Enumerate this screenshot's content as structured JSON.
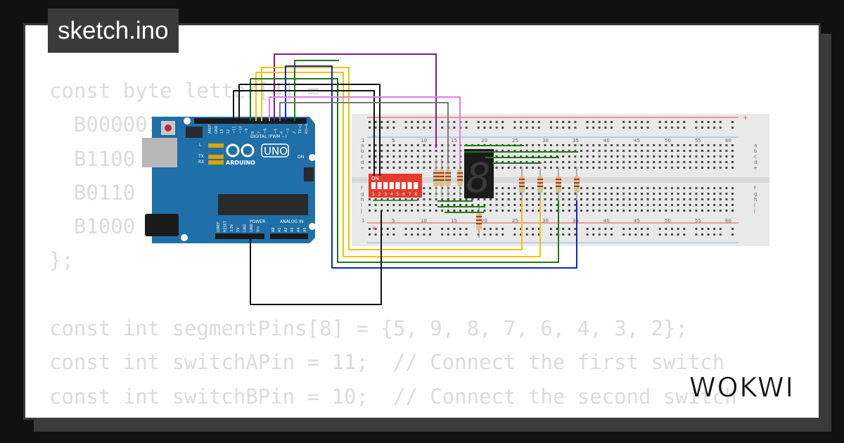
{
  "title": "sketch.ino",
  "code_lines": [
    "const byte letter[4] = {",
    "  B00000101,",
    "  B1100",
    "  B0110",
    "  B1000",
    "};",
    "",
    "const int segmentPins[8] = {5, 9, 8, 7, 6, 4, 3, 2};",
    "const int switchAPin = 11;  // Connect the first switch",
    "const int switchBPin = 10;  // Connect the second switch"
  ],
  "arduino": {
    "brand": "ARDUINO",
    "model": "UNO",
    "digital_label": "DIGITAL (PWM ~)",
    "power_label": "POWER",
    "analog_label": "ANALOG IN",
    "on_label": "ON",
    "led_l": "L",
    "led_tx": "TX",
    "led_rx": "RX",
    "aref": "AREF",
    "gnd": "GND",
    "digital_pins": [
      "13",
      "12",
      "~11",
      "~10",
      "~9",
      "8",
      "7",
      "~6",
      "~5",
      "4",
      "~3",
      "2",
      "TX→1",
      "RX←0"
    ],
    "power_pins": [
      "IOREF",
      "RESET",
      "3.3V",
      "5V",
      "GND",
      "GND",
      "Vin"
    ],
    "analog_pins": [
      "A0",
      "A1",
      "A2",
      "A3",
      "A4",
      "A5"
    ]
  },
  "breadboard": {
    "column_numbers": [
      "1",
      "5",
      "10",
      "15",
      "20",
      "25",
      "30",
      "35",
      "40",
      "45",
      "50",
      "55",
      "60"
    ],
    "row_letters_top": [
      "a",
      "b",
      "c",
      "d",
      "e"
    ],
    "row_letters_bottom": [
      "f",
      "g",
      "h",
      "i",
      "j"
    ],
    "rail_plus": "+",
    "rail_minus": "−"
  },
  "dip_switch": {
    "on_label": "ON",
    "numbers": [
      "1",
      "2",
      "3",
      "4",
      "5",
      "6",
      "7",
      "8"
    ]
  },
  "seven_segment": {
    "digit": "8"
  },
  "logo_text": "WOKWI",
  "colors": {
    "background": "#111111",
    "card": "#ffffff",
    "card_border": "#3a3a3a",
    "code_text": "#dcdcdc",
    "arduino_board": "#1f6fa8",
    "dip_switch": "#e33b2e",
    "wire_purple": "#7b1d86",
    "wire_yellow": "#f2c200",
    "wire_green": "#1f7a12",
    "wire_blue": "#1024c8",
    "wire_black": "#111111",
    "wire_gray": "#7a7a7a",
    "wire_pink": "#e07ae6"
  }
}
